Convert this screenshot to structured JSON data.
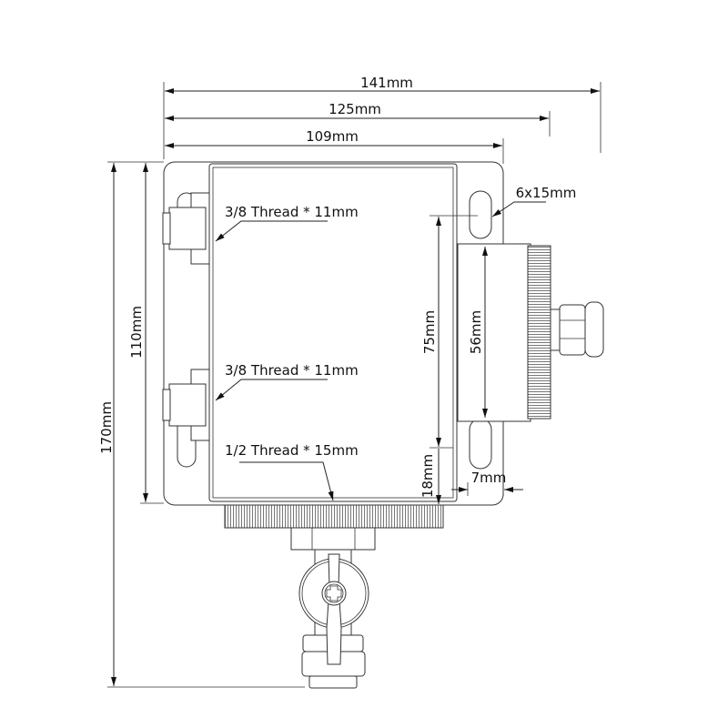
{
  "dimensions": {
    "overall_width": "141mm",
    "bracket_width": "125mm",
    "body_width": "109mm",
    "overall_height": "170mm",
    "bracket_height": "110mm",
    "hole_spacing": "75mm",
    "outlet_height": "56mm",
    "hole_offset_bottom": "18mm",
    "hole_offset_side": "7mm",
    "slot_size": "6x15mm"
  },
  "callouts": {
    "port_upper": "3/8 Thread * 11mm",
    "port_lower": "3/8 Thread * 11mm",
    "port_bottom": "1/2 Thread * 15mm"
  },
  "colors": {
    "line": "#222222",
    "background": "#ffffff"
  }
}
